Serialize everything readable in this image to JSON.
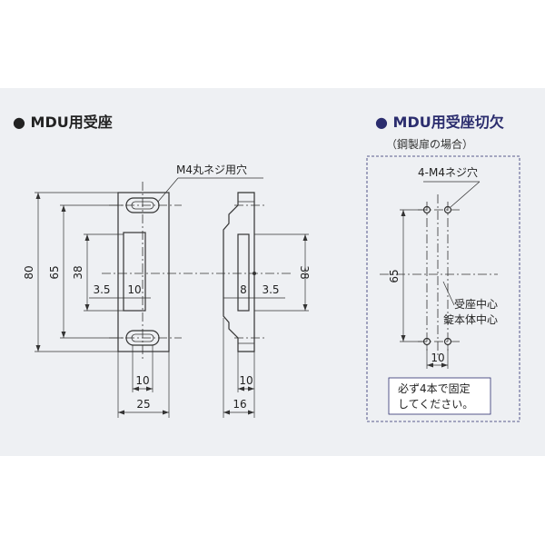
{
  "left": {
    "title": "MDU用受座",
    "hole_label": "M4丸ネジ用穴",
    "dims": {
      "height_total": "80",
      "height_holes": "65",
      "recess_height": "38",
      "recess_height_side": "38",
      "offset_front": "3.5",
      "recess_width": "10",
      "offset_side": "3.5",
      "depth_side": "8",
      "slot_width_front": "10",
      "width_front": "25",
      "slot_width_side": "10",
      "width_side": "16"
    }
  },
  "right": {
    "title": "MDU用受座切欠",
    "subtitle": "（鋼製扉の場合）",
    "hole_label": "4-M4ネジ穴",
    "dims": {
      "height_holes": "65",
      "hole_spacing": "10"
    },
    "center_label_1": "受座中心",
    "center_label_2": "錠本体中心",
    "note_line_1": "必ず4本で固定",
    "note_line_2": "してください。"
  },
  "colors": {
    "panel": "#eef0f3",
    "line": "#333333",
    "accent": "#2b2d6e"
  }
}
